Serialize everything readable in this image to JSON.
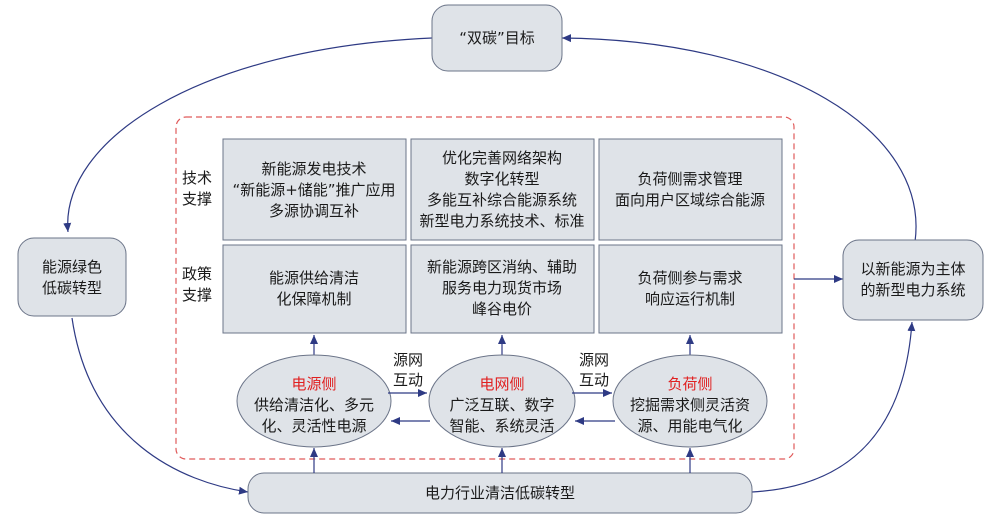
{
  "top_goal": "“双碳”目标",
  "left_node": [
    "能源绿色",
    "低碳转型"
  ],
  "right_node": [
    "以新能源为主体",
    "的新型电力系统"
  ],
  "bottom_node": "电力行业清洁低碳转型",
  "row_labels": {
    "tech": [
      "技术",
      "支撑"
    ],
    "policy": [
      "政策",
      "支撑"
    ]
  },
  "tech_boxes": [
    [
      "新能源发电技术",
      "“新能源+储能”推广应用",
      "多源协调互补"
    ],
    [
      "优化完善网络架构",
      "数字化转型",
      "多能互补综合能源系统",
      "新型电力系统技术、标准"
    ],
    [
      "负荷侧需求管理",
      "面向用户区域综合能源"
    ]
  ],
  "policy_boxes": [
    [
      "能源供给清洁",
      "化保障机制"
    ],
    [
      "新能源跨区消纳、辅助",
      "服务电力现货市场",
      "峰谷电价"
    ],
    [
      "负荷侧参与需求",
      "响应运行机制"
    ]
  ],
  "ellipses": [
    {
      "title": "电源侧",
      "lines": [
        "供给清洁化、多元",
        "化、灵活性电源"
      ]
    },
    {
      "title": "电网侧",
      "lines": [
        "广泛互联、数字",
        "智能、系统灵活"
      ]
    },
    {
      "title": "负荷侧",
      "lines": [
        "挖掘需求侧灵活资",
        "源、用能电气化"
      ]
    }
  ],
  "interaction_labels": [
    [
      "源网",
      "互动"
    ],
    [
      "源网",
      "互动"
    ]
  ],
  "colors": {
    "node_fill": "#dfe3e8",
    "node_stroke": "#6b7488",
    "arrow": "#2e3a84",
    "dashed_frame": "#e05a5a",
    "ellipse_title": "#e02020"
  }
}
